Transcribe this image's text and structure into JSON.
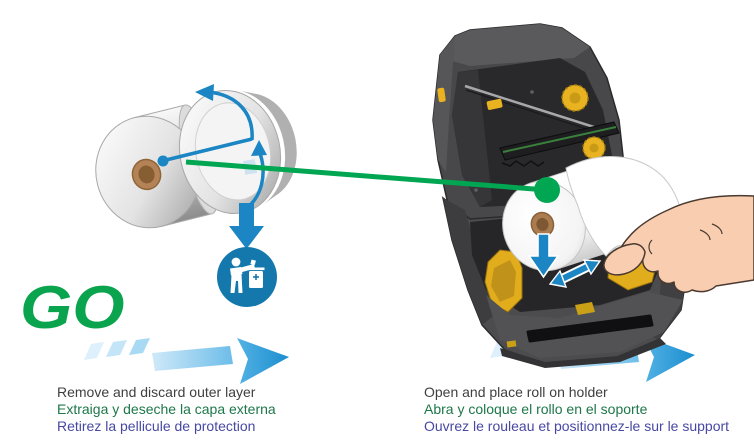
{
  "go_label": "GO",
  "steps": {
    "left": {
      "captions": {
        "en": "Remove and discard outer layer",
        "es": "Extraiga y deseche la capa externa",
        "fr": "Retirez la pellicule de protection"
      }
    },
    "right": {
      "captions": {
        "en": "Open and place roll on holder",
        "es": "Abra y coloque el rollo en el soporte",
        "fr": "Ouvrez le rouleau et positionnez-le sur le support"
      }
    }
  },
  "icons": {
    "discard_icon": "person-dropping-item-in-trash-bin",
    "discard_down_arrow_icon": "thick-down-arrow",
    "unwrap_arrow_icon": "curved-counterclockwise-arrow",
    "lift_arrow_icon": "curved-up-arrow",
    "place_down_arrow_icon": "thick-down-arrow",
    "adjust_width_arrow_icon": "double-headed-diagonal-arrow",
    "go_flow_arrow_icon": "segmented-gradient-right-arrow",
    "proceed_flow_arrow_icon": "segmented-gradient-right-arrow",
    "connector_icon": "green-callout-line-with-dot"
  },
  "colors": {
    "go_green": "#0BA44E",
    "connector_green": "#00A651",
    "arrow_blue": "#1B86C3",
    "icon_circle_blue": "#1478AD",
    "caption_en": "#3F3F3F",
    "caption_es": "#1D7749",
    "caption_fr": "#4748A2",
    "printer_body_gray": "#4A4A4C",
    "printer_accent_yellow": "#E9B220",
    "media_core_brown": "#AA7C4F"
  }
}
